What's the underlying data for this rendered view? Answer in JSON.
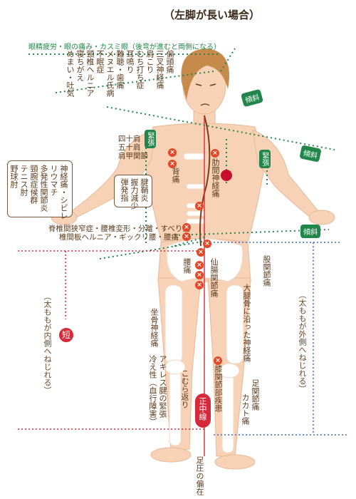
{
  "title": "（左脚が長い場合）",
  "top_banner": "眼精疲労・眼の痛み・カスミ眼（後弯が進むと両側になる）",
  "head_symptoms": [
    "偏頭痛",
    "三叉神経痛",
    "肩こり",
    "むち打ち症",
    "耳鳴り",
    "難聴・歯痛",
    "メヌエル氏病",
    "不眠症",
    "頸椎ヘルニア",
    "寝ちがえ",
    "めまい・吐気"
  ],
  "shoulder_labels": [
    "四十肩",
    "五十肩",
    "肩甲関節"
  ],
  "left_box": [
    "神経痛・シビレ",
    "リウマチ",
    "多発性関節炎",
    "頸腕症候群",
    "テニス肘",
    "野球肘"
  ],
  "mid_box": [
    "腱鞘炎",
    "握力減少",
    "弾発指"
  ],
  "back_pain": "背痛",
  "rib_pain": "肋間神経痛",
  "spine_line1": "脊椎間狭窄症・腰椎変形・分離・すべり症",
  "spine_line2": "椎間板ヘルニア・ギックリ腰・腰痛",
  "lower_back": "腰痛",
  "sacroiliac": "仙腸関節痛",
  "hip_joint": "股関節痛",
  "left_side_note": "（太ももが内側へねじれる）",
  "right_side_note": "（太ももが外側へねじれる）",
  "short_label": "短",
  "sciatic": "坐骨神経痛",
  "thigh_nerve": "大腿骨に沿った神経痛",
  "knee": "膝関節部疾患",
  "achilles": "アキレス腱の緊張",
  "cold": "冷え性（血行障害）",
  "calf": "こむら返り",
  "ankle": "足関節痛",
  "heel": "カカト痛",
  "midline": "正中線",
  "foot_pressure": "足圧の偏在",
  "tags": {
    "tilt": "傾斜",
    "tension": "緊張"
  },
  "colors": {
    "green": "#22864a",
    "red": "#d62a3a",
    "skin": "#f7d2b6",
    "hair": "#c68a4a",
    "bone": "#ffffff"
  }
}
